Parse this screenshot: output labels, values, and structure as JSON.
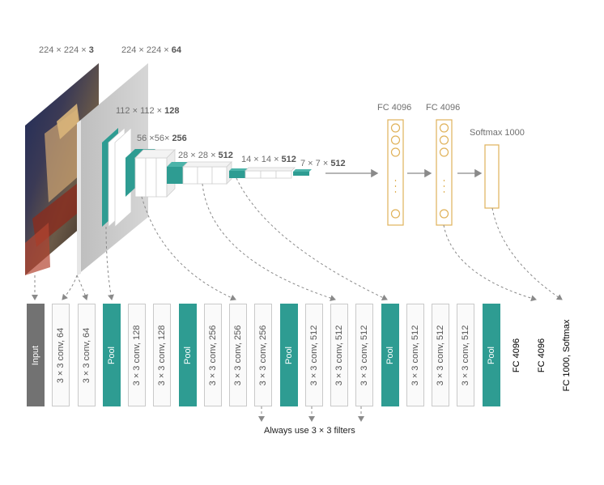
{
  "top_labels": {
    "input_dim": "224 × 224 × ",
    "input_dim_bold": "3",
    "block1": "224 × 224 × ",
    "block1_bold": "64",
    "block2": "112 × 112 × ",
    "block2_bold": "128",
    "block3": "56 ×56× ",
    "block3_bold": "256",
    "block4": "28 × 28 × ",
    "block4_bold": "512",
    "block5": "14 × 14 × ",
    "block5_bold": "512",
    "block6": "7 × 7 × ",
    "block6_bold": "512"
  },
  "fc_titles": {
    "fc1": "FC 4096",
    "fc2": "FC 4096",
    "softmax": "Softmax 1000"
  },
  "layers": [
    {
      "type": "input",
      "label": "Input"
    },
    {
      "type": "conv",
      "label": "3 × 3 conv,  64"
    },
    {
      "type": "conv",
      "label": "3 × 3 conv,  64"
    },
    {
      "type": "pool",
      "label": "Pool"
    },
    {
      "type": "conv",
      "label": "3 × 3 conv,  128"
    },
    {
      "type": "conv",
      "label": "3 × 3 conv,  128"
    },
    {
      "type": "pool",
      "label": "Pool"
    },
    {
      "type": "conv",
      "label": "3 × 3 conv,  256"
    },
    {
      "type": "conv",
      "label": "3 × 3 conv,  256"
    },
    {
      "type": "conv",
      "label": "3 × 3 conv,  256"
    },
    {
      "type": "pool",
      "label": "Pool"
    },
    {
      "type": "conv",
      "label": "3 × 3 conv,  512"
    },
    {
      "type": "conv",
      "label": "3 × 3 conv,  512"
    },
    {
      "type": "conv",
      "label": "3 × 3 conv,  512"
    },
    {
      "type": "pool",
      "label": "Pool"
    },
    {
      "type": "conv",
      "label": "3 × 3 conv,  512"
    },
    {
      "type": "conv",
      "label": "3 × 3 conv,  512"
    },
    {
      "type": "conv",
      "label": "3 × 3 conv,  512"
    },
    {
      "type": "pool",
      "label": "Pool"
    },
    {
      "type": "fc",
      "label": "FC 4096"
    },
    {
      "type": "fc",
      "label": "FC 4096"
    },
    {
      "type": "fc",
      "label": "FC 1000, Softmax"
    }
  ],
  "note": "Always use 3 × 3 filters",
  "colors": {
    "pool": "#2e9c92",
    "input": "#727272",
    "fc": "#e0b25a",
    "conv_border": "#c9c9c9"
  }
}
